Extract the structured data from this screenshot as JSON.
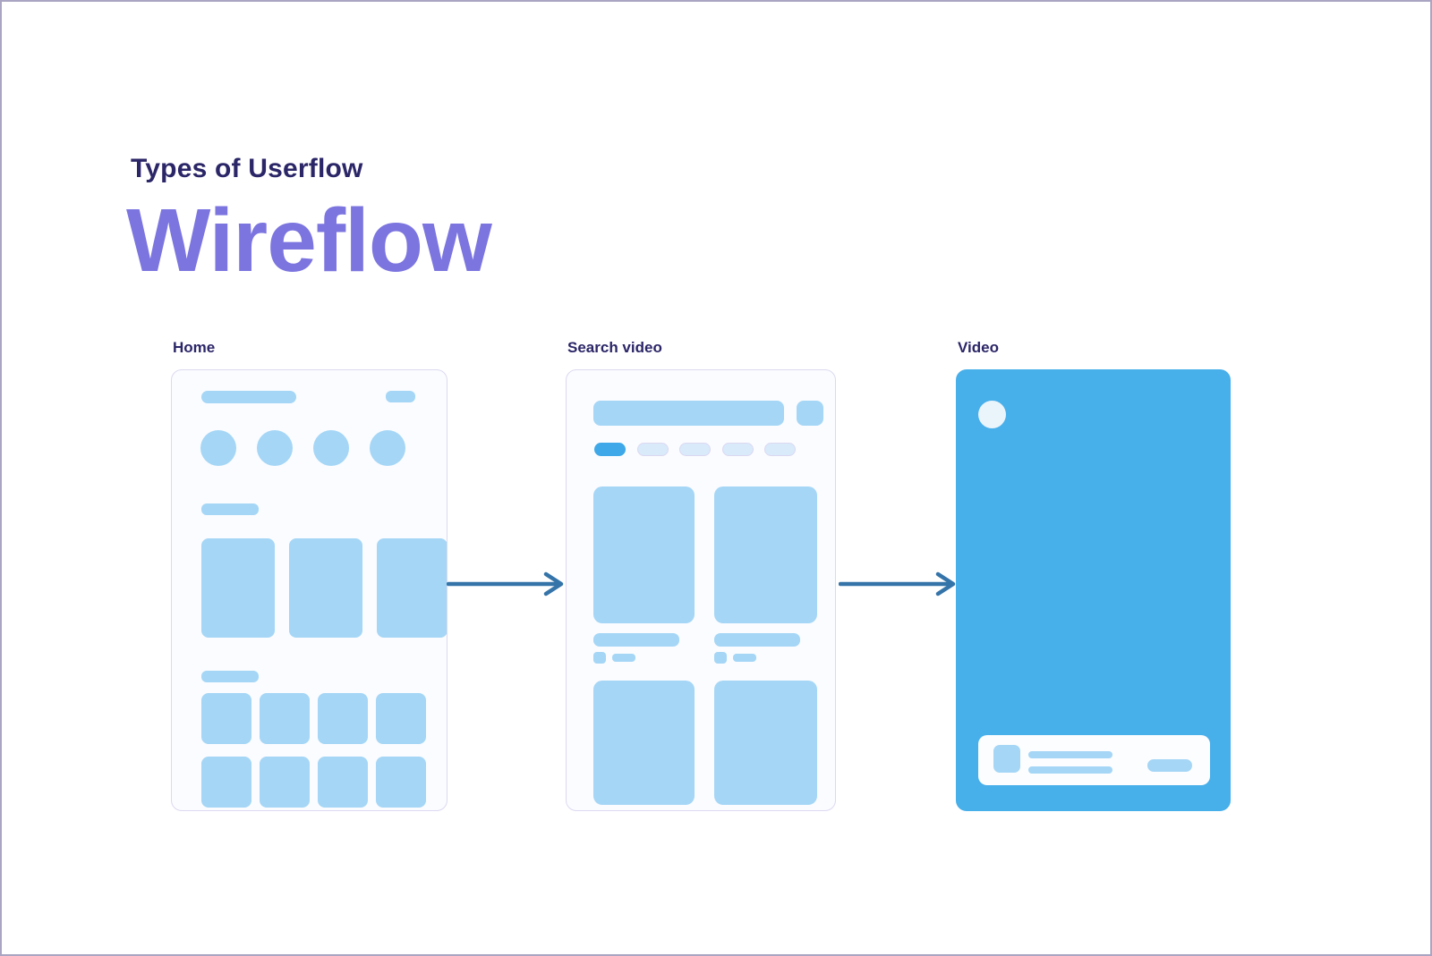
{
  "page": {
    "eyebrow": "Types of Userflow",
    "title": "Wireflow"
  },
  "frames": [
    {
      "label": "Home"
    },
    {
      "label": "Search video"
    },
    {
      "label": "Video"
    }
  ],
  "colors": {
    "page_border": "#a9a5c3",
    "heading_dark": "#2b2667",
    "heading_purple": "#7c75df",
    "card_bg": "#fafcff",
    "card_border": "#ddd9f0",
    "placeholder_blue": "#a5d6f6",
    "chip_active_blue": "#3fa8e8",
    "chip_inactive_blue": "#d9eafb",
    "video_screen_blue": "#47afea",
    "arrow_blue": "#3474a9",
    "panel_white": "#fbfdff",
    "circle_white": "#eaf4fb"
  }
}
